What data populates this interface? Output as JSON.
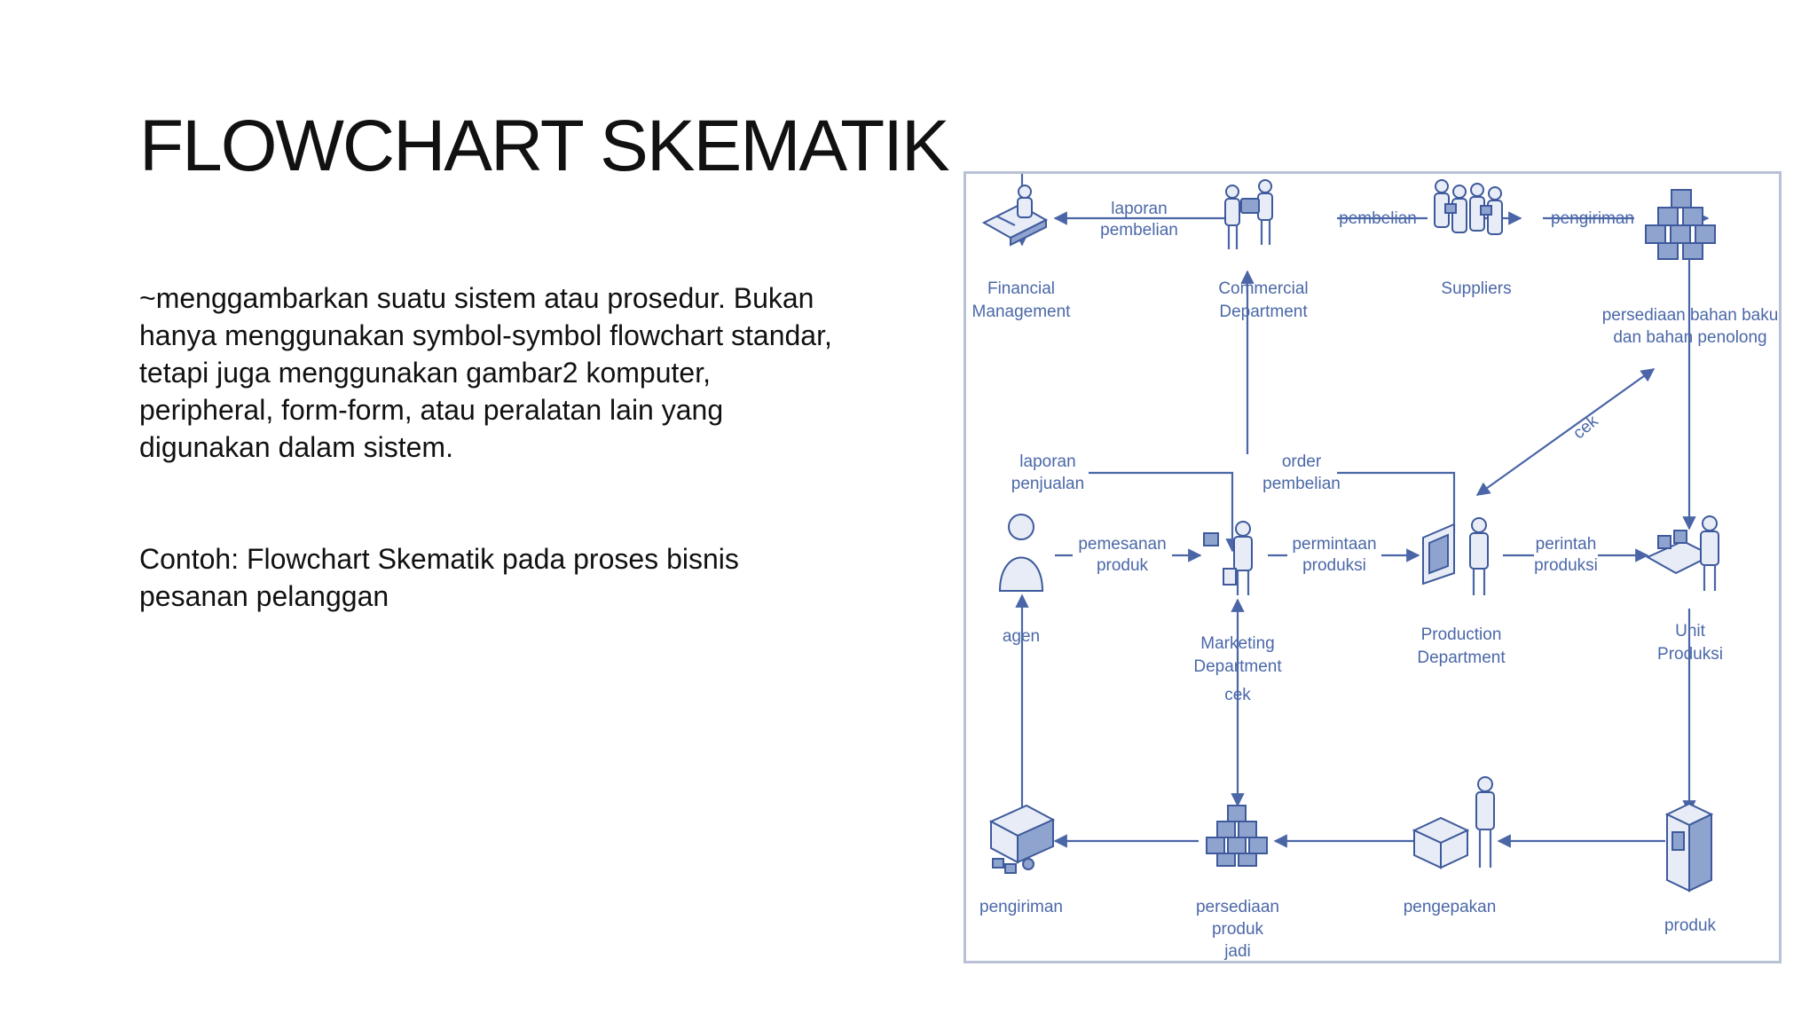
{
  "slide": {
    "title": "FLOWCHART SKEMATIK",
    "paragraph_1": "~menggambarkan suatu sistem atau prosedur. Bukan hanya menggunakan symbol-symbol flowchart standar, tetapi juga menggunakan gambar2 komputer, peripheral, form-form, atau peralatan lain yang digunakan dalam sistem.",
    "paragraph_2": "Contoh: Flowchart Skematik pada proses bisnis pesanan pelanggan"
  },
  "diagram": {
    "line_color": "#4a66a6",
    "label_color": "#4b68a8",
    "nodes": {
      "financial": [
        "Financial",
        "Management"
      ],
      "commercial": [
        "Commercial",
        "Department"
      ],
      "suppliers": [
        "Suppliers"
      ],
      "raw_stock": [
        "persediaan bahan baku",
        "dan bahan penolong"
      ],
      "agen": [
        "agen"
      ],
      "marketing": [
        "Marketing",
        "Department"
      ],
      "production": [
        "Production",
        "Department"
      ],
      "unit": [
        "Unit",
        "Produksi"
      ],
      "pengiriman": [
        "pengiriman"
      ],
      "finished_stock": [
        "persediaan",
        "produk",
        "jadi"
      ],
      "pengepakan": [
        "pengepakan"
      ],
      "produk": [
        "produk"
      ]
    },
    "flows": {
      "laporan_pembelian": [
        "laporan",
        "pembelian"
      ],
      "pembelian": "pembelian",
      "pengiriman_top": "pengiriman",
      "cek_diag": "cek",
      "laporan_penjualan": [
        "laporan",
        "penjualan"
      ],
      "order_pembelian": [
        "order",
        "pembelian"
      ],
      "pemesanan_produk": [
        "pemesanan",
        "produk"
      ],
      "permintaan_produksi": [
        "permintaan",
        "produksi"
      ],
      "perintah_produksi": [
        "perintah",
        "produksi"
      ],
      "cek_vertical": "cek"
    },
    "icons": {
      "financial": "desk-worker-icon",
      "commercial": "two-people-icon",
      "suppliers": "people-group-icon",
      "raw_stock": "stacked-boxes-icon",
      "agen": "person-icon",
      "marketing": "computer-worker-icon",
      "production": "monitor-person-icon",
      "unit": "assembly-worker-icon",
      "pengiriman": "delivery-truck-icon",
      "finished_stock": "box-pyramid-icon",
      "pengepakan": "packing-person-icon",
      "produk": "product-box-icon"
    }
  }
}
